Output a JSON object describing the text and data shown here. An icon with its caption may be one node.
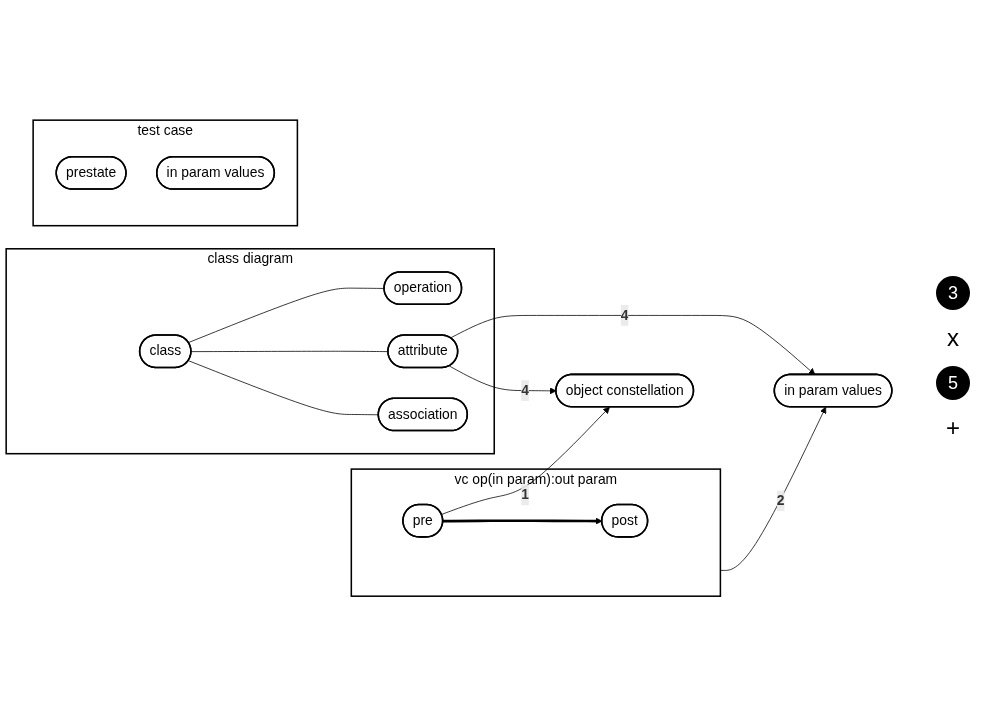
{
  "diagram": {
    "nodes": [
      {
        "text": [
          "class diagram"
        ]
      },
      {
        "text": [
          "class"
        ],
        "in": 0
      },
      {
        "text": [
          "operation"
        ],
        "in": 0
      },
      {
        "text": [
          "attribute"
        ],
        "in": 0
      },
      {
        "text": [
          "association"
        ],
        "in": 0
      },
      {
        "text": [
          "vc op(in param):out param"
        ]
      },
      {
        "text": [
          "pre"
        ],
        "in": 5
      },
      {
        "text": [
          "post"
        ],
        "in": 5
      },
      {
        "text": [
          "object constellation"
        ]
      },
      {
        "text": [
          "in param values"
        ]
      },
      {
        "text": [
          "test case"
        ]
      },
      {
        "text": [
          "prestate"
        ],
        "in": 10
      },
      {
        "text": [
          "in param values"
        ],
        "in": 10
      }
    ],
    "edges": [
      {
        "from": 1,
        "to": 2,
        "arrow": "none"
      },
      {
        "from": 1,
        "to": 3,
        "arrow": "none"
      },
      {
        "from": 1,
        "to": 4,
        "arrow": "none"
      },
      {
        "from": 6,
        "to": 7,
        "arrow": "to",
        "style": "thick"
      },
      {
        "from": 6,
        "to": 8,
        "arrow": "to",
        "label": "1"
      },
      {
        "from": 5,
        "to": 9,
        "arrow": "to",
        "label": "2"
      },
      {
        "from": 3,
        "to": 8,
        "arrow": "to",
        "label": "4"
      },
      {
        "from": 3,
        "to": 9,
        "arrow": "to",
        "label": "4"
      }
    ],
    "labels": [
      "3",
      "x",
      "5",
      "+"
    ]
  }
}
